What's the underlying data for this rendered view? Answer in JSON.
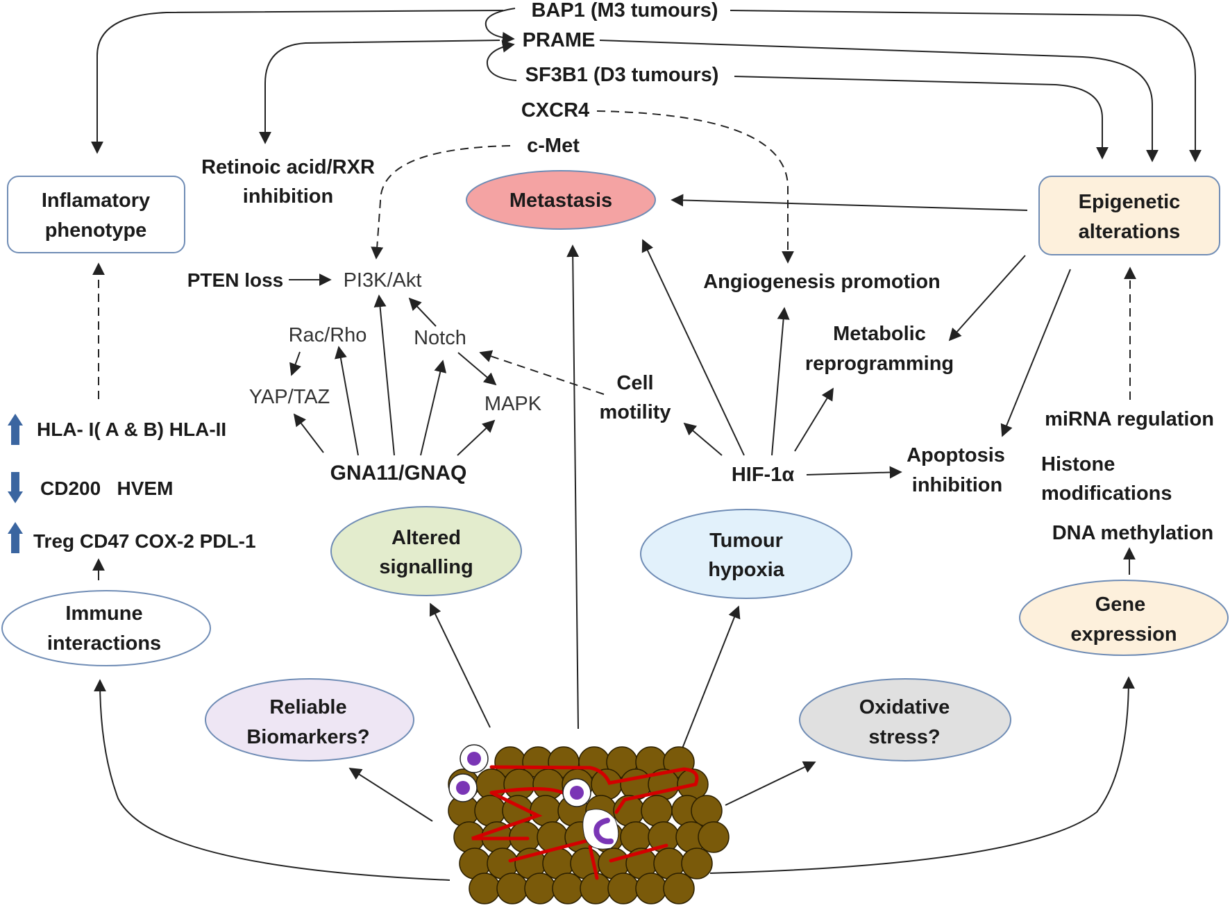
{
  "diagram": {
    "top_genes": {
      "bap1": "BAP1 (M3 tumours)",
      "prame": "PRAME",
      "sf3b1": "SF3B1 (D3 tumours)",
      "cxcr4": "CXCR4",
      "cmet": "c-Met"
    },
    "boxes": {
      "inflammatory": [
        "Inflamatory",
        "phenotype"
      ],
      "epigenetic": [
        "Epigenetic",
        "alterations"
      ]
    },
    "ellipses": {
      "metastasis": [
        "Metastasis"
      ],
      "altered_signalling": [
        "Altered",
        "signalling"
      ],
      "tumour_hypoxia": [
        "Tumour",
        "hypoxia"
      ],
      "immune_interactions": [
        "Immune",
        "interactions"
      ],
      "gene_expression": [
        "Gene",
        "expression"
      ],
      "reliable_biomarkers": [
        "Reliable",
        "Biomarkers?"
      ],
      "oxidative_stress": [
        "Oxidative",
        "stress?"
      ]
    },
    "labels": {
      "retinoic": [
        "Retinoic acid/RXR",
        "inhibition"
      ],
      "pten": "PTEN loss",
      "pi3k": "PI3K/Akt",
      "rac_rho": "Rac/Rho",
      "notch": "Notch",
      "yap_taz": "YAP/TAZ",
      "mapk": "MAPK",
      "gna": "GNA11/GNAQ",
      "angiogenesis": "Angiogenesis promotion",
      "metabolic": [
        "Metabolic",
        "reprogramming"
      ],
      "cell_motility": [
        "Cell",
        "motility"
      ],
      "hif": "HIF-1α",
      "apoptosis": [
        "Apoptosis",
        "inhibition"
      ],
      "mirna": "miRNA regulation",
      "histone": [
        "Histone",
        "modifications"
      ],
      "dna_methylation": "DNA methylation"
    },
    "immune_markers": [
      {
        "direction": "up",
        "text": "HLA- I( A & B) HLA-II"
      },
      {
        "direction": "down",
        "text": "CD200   HVEM"
      },
      {
        "direction": "up",
        "text": "Treg CD47 COX-2 PDL-1"
      }
    ],
    "colors": {
      "metastasis_fill": "#f4a3a3",
      "altered_fill": "#e3eccd",
      "hypoxia_fill": "#e2f1fb",
      "immune_fill": "#ffffff",
      "gene_fill": "#fdf0dc",
      "biomarkers_fill": "#eee6f4",
      "oxidative_fill": "#e0e0e0",
      "epigenetic_fill": "#fdf0dc",
      "node_border": "#6f8cb5",
      "marker_arrow": "#3a65a0",
      "tumour_cell": "#7a5a0a",
      "vessel": "#d40000",
      "immune_cell_nucleus": "#7a35b5"
    }
  }
}
